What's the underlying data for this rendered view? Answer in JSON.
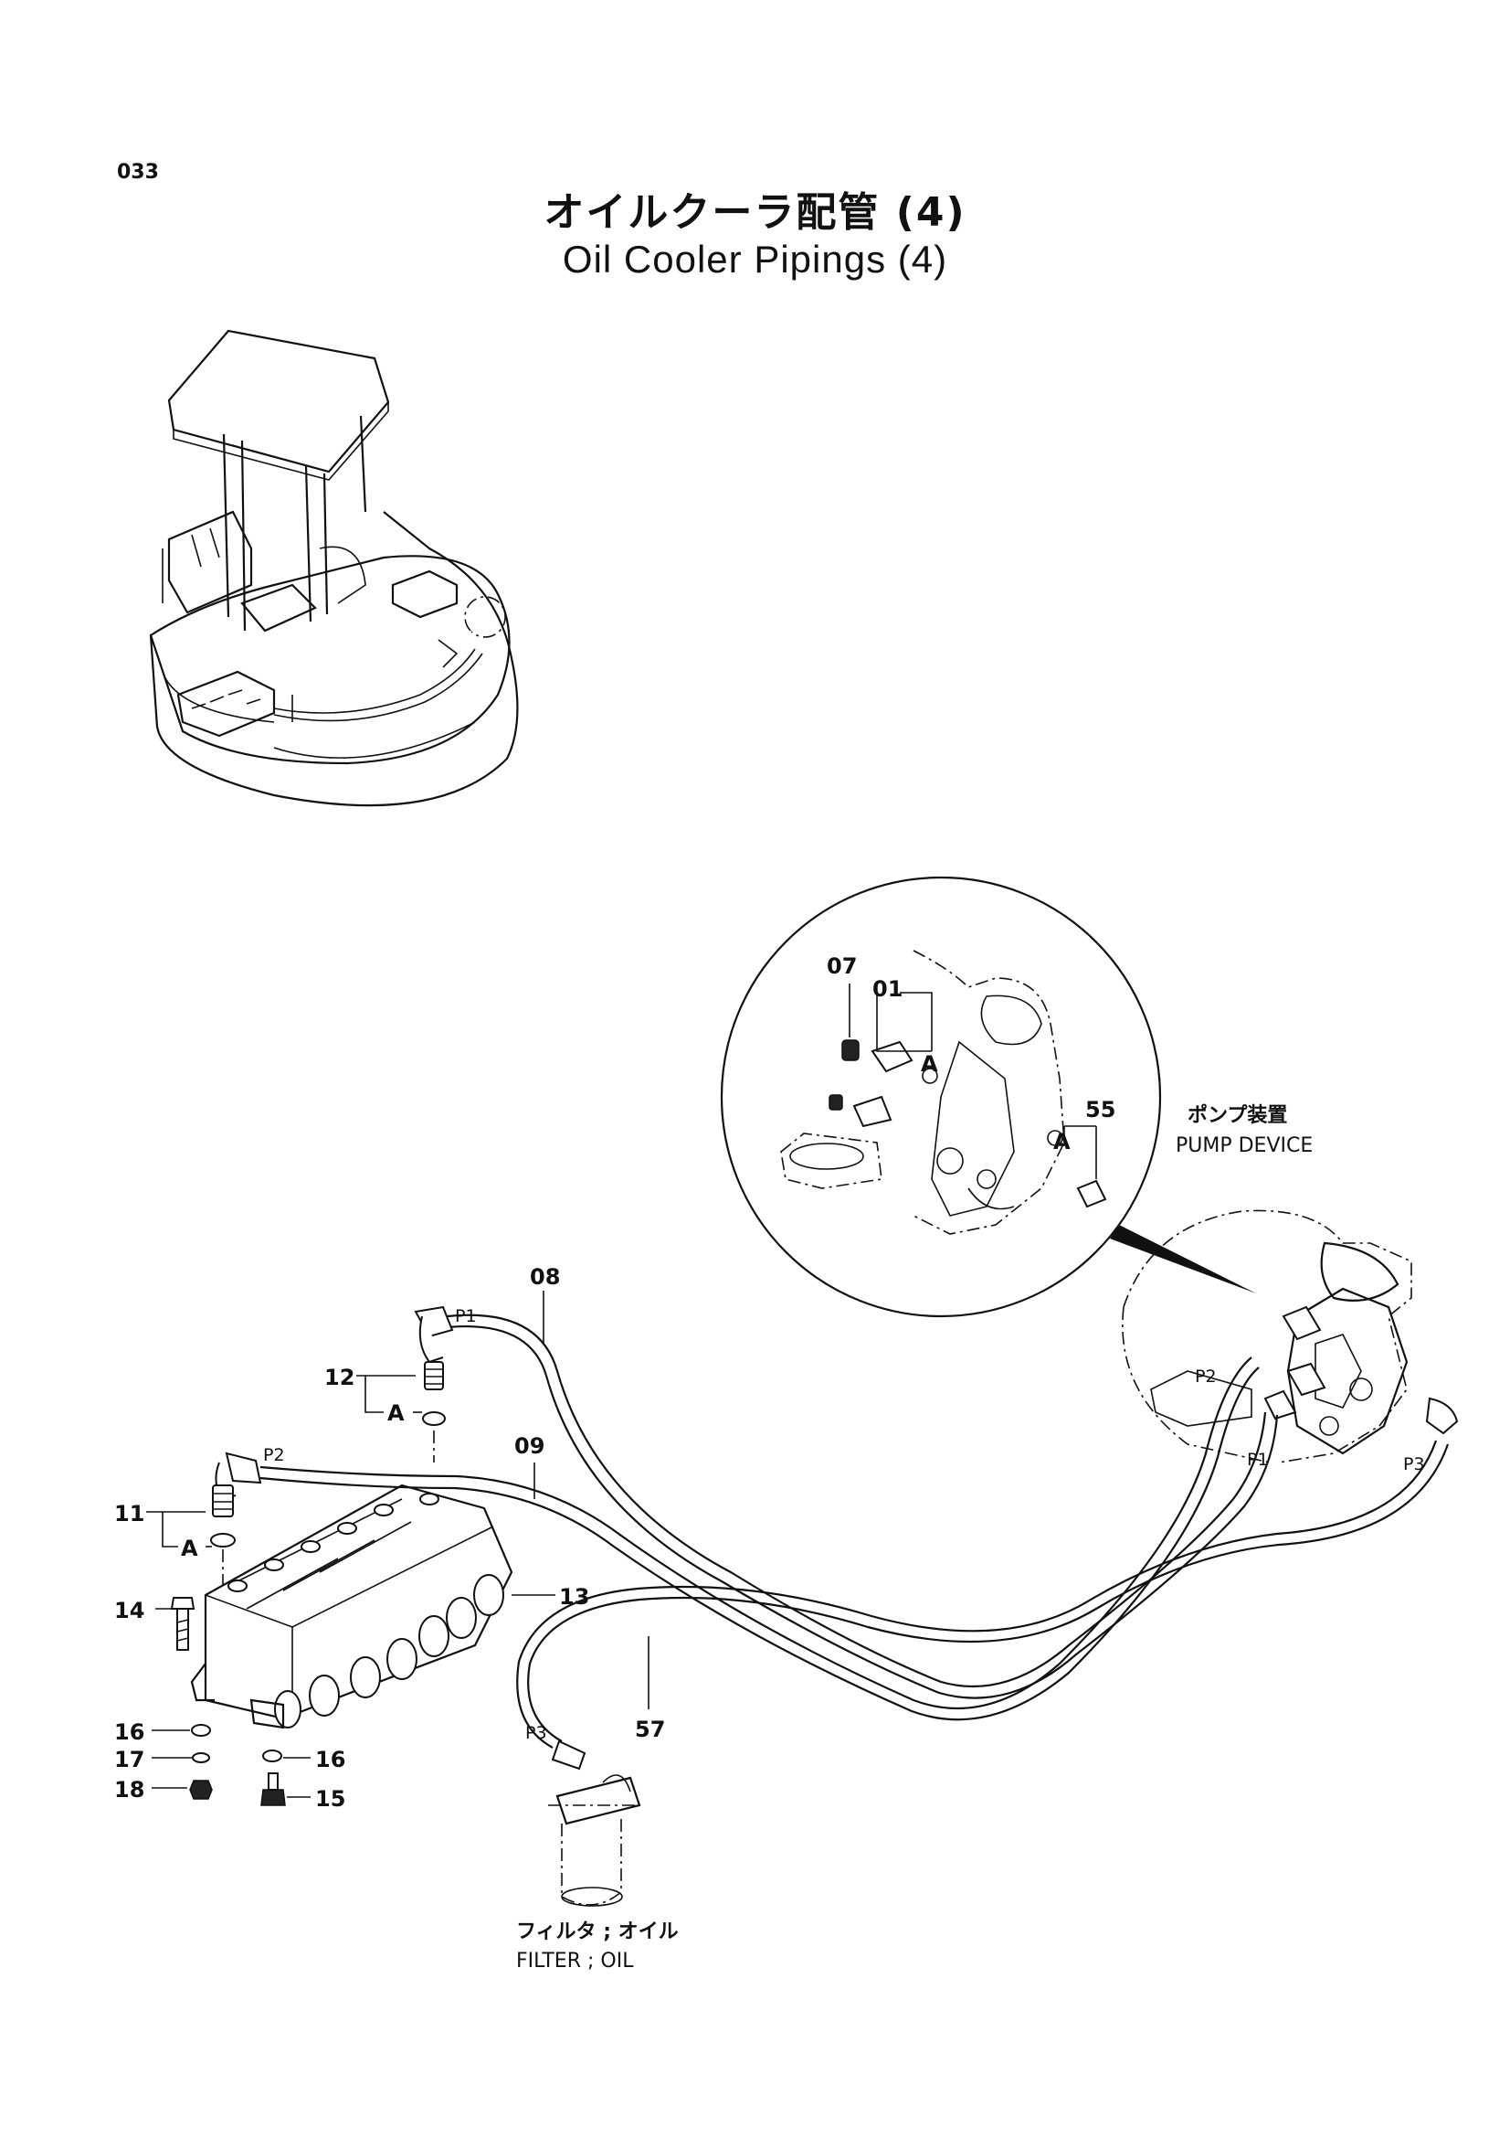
{
  "page_number": "033",
  "title": {
    "japanese": "オイルクーラ配管 (4)",
    "english": "Oil Cooler Pipings (4)"
  },
  "callouts": {
    "c01": "01",
    "c07": "07",
    "c08": "08",
    "c09": "09",
    "c11": "11",
    "c12": "12",
    "c13": "13",
    "c14": "14",
    "c15": "15",
    "c16a": "16",
    "c16b": "16",
    "c17": "17",
    "c18": "18",
    "c55": "55",
    "c57": "57"
  },
  "markers": {
    "a1": "A",
    "a2": "A",
    "a3": "A",
    "a4": "A"
  },
  "ports": {
    "p1_left": "P1",
    "p2_left": "P2",
    "p3_left": "P3",
    "p1_right": "P1",
    "p2_right": "P2",
    "p3_right": "P3"
  },
  "components": {
    "pump_device_jp": "ポンプ装置",
    "pump_device_en": "PUMP DEVICE",
    "filter_jp": "フィルタ ; オイル",
    "filter_en": "FILTER ; OIL"
  }
}
